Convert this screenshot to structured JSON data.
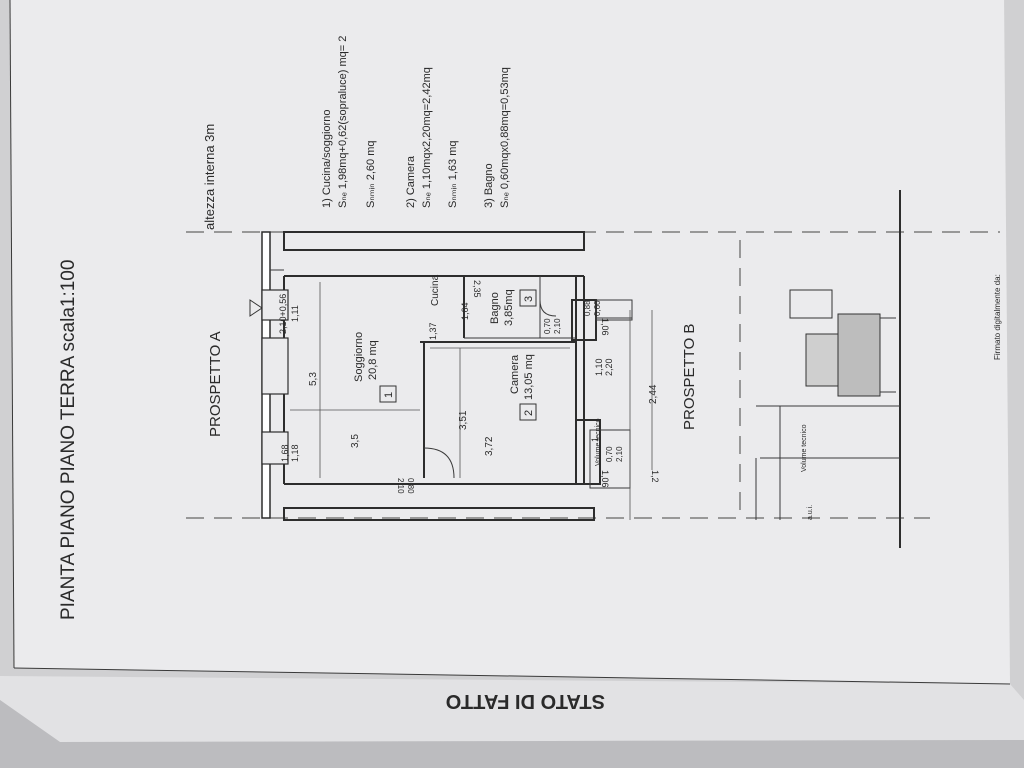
{
  "sheet": {
    "title": "PIANTA PIANO PIANO TERRA scala1:100",
    "status_label": "STATO DI FATTO",
    "prospetto_a": "PROSPETTO A",
    "prospetto_b": "PROSPETTO B",
    "altezza": "altezza interna 3m",
    "signature_label": "Firmato digitalmente da:"
  },
  "notes": {
    "n1_title": "1) Cucina/soggiorno",
    "n1_line": "Sₙₑ 1,98mq+0,62(sopraluce) mq= 2",
    "n1_min": "Sₙₘᵢₙ 2,60 mq",
    "n2_title": "2) Camera",
    "n2_line": "Sₙₑ 1,10mqx2,20mq=2,42mq",
    "n2_min": "Sₙₘᵢₙ 1,63 mq",
    "n3_title": "3) Bagno",
    "n3_line": "Sₙₑ 0,60mqx0,88mq=0,53mq"
  },
  "rooms": {
    "soggiorno_name": "Soggiorno",
    "soggiorno_area": "20,8 mq",
    "soggiorno_num": "1",
    "camera_name": "Camera",
    "camera_area": "13,05 mq",
    "camera_num": "2",
    "bagno_name": "Bagno",
    "bagno_area": "3,85mq",
    "bagno_num": "3",
    "cucina_name": "Cucina",
    "volume_tecnico_a": "Volume tecnico",
    "volume_tecnico_b": "Volume tecnico",
    "aui": "a.u.i."
  },
  "dims": {
    "d_2_10_056": "2,10+0,56",
    "d_1_11": "1,11",
    "d_5_3": "5,3",
    "d_3_5": "3,5",
    "d_1_68": "1,68",
    "d_1_18": "1,18",
    "d_0_80": "0,80",
    "d_2_10": "2,10",
    "d_1_64": "1,64",
    "d_1_37": "1,37",
    "d_2_35": "2,35",
    "d_3_51": "3,51",
    "d_3_72": "3,72",
    "d_0_70a": "0,70",
    "d_2_10a": "2,10",
    "d_0_88": "0,88",
    "d_0_60": "0,60",
    "d_1_10": "1,10",
    "d_2_20": "2,20",
    "d_1_06a": "1,06",
    "d_2_44": "2,44",
    "d_0_70b": "0,70",
    "d_2_10b": "2,10",
    "d_1": "1",
    "d_1_2": "1,2",
    "d_1_06b": "1,06"
  }
}
